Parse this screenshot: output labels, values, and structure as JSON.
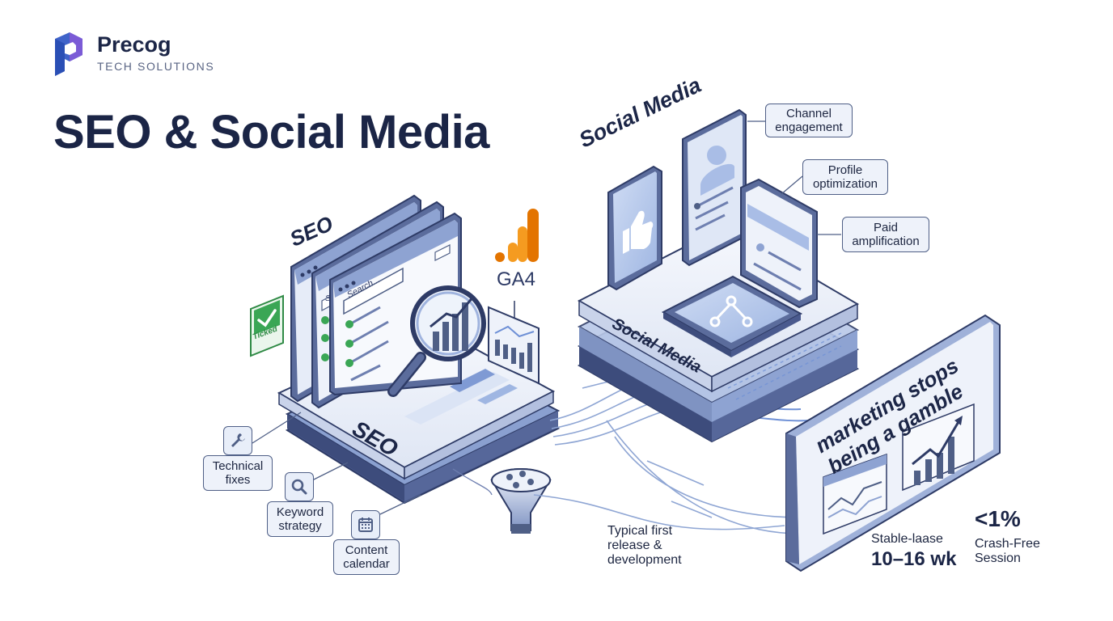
{
  "brand": {
    "name": "Precog",
    "tagline": "TECH SOLUTIONS",
    "logo_icon": "precog-logo-icon"
  },
  "title": "SEO & Social Media",
  "seo": {
    "heading": "SEO",
    "platform_label": "SEO",
    "search_placeholder": "Search...",
    "search_placeholder_back": "S",
    "ticked_label": "Ticked",
    "analytics_label": "GA4",
    "callouts": [
      {
        "label": "Technical fixes",
        "icon": "wrench-icon"
      },
      {
        "label": "Keyword strategy",
        "icon": "magnifier-icon"
      },
      {
        "label": "Content calendar",
        "icon": "calendar-icon"
      }
    ]
  },
  "social": {
    "heading": "Social Media",
    "platform_label": "Social Media",
    "callouts": [
      "Channel engagement",
      "Profile optimization",
      "Paid amplification"
    ]
  },
  "results": {
    "headline_line1": "marketing stops",
    "headline_line2": "being a gamble",
    "stats": [
      {
        "label": "Typical first release & development",
        "value": ""
      },
      {
        "label": "Stable-lаase",
        "value": "10–16 wk"
      },
      {
        "label": "Crash-Free Session",
        "value": "<1%"
      }
    ]
  },
  "colors": {
    "navy": "#1b2546",
    "steel": "#4f5f86",
    "light": "#e8eef9",
    "accent_blue": "#6e90d6",
    "ga_orange": "#f59b20",
    "ga_dark_orange": "#e37400",
    "check_green": "#3aa655"
  }
}
